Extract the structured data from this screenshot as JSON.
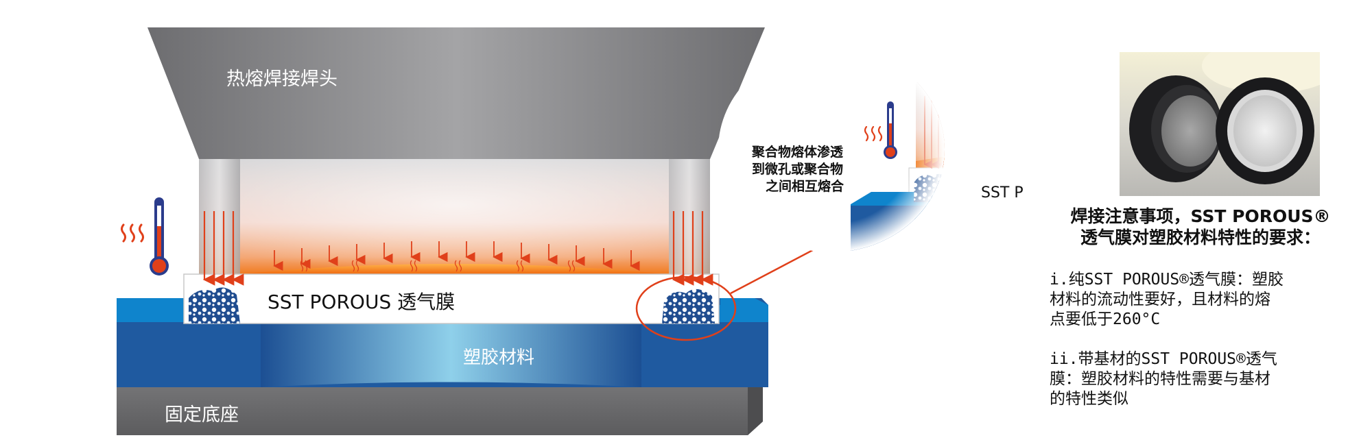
{
  "labels": {
    "weld_head": "热熔焊接焊头",
    "membrane": "SST POROUS 透气膜",
    "plastic": "塑胶材料",
    "base": "固定底座",
    "inset_membrane": "SST P",
    "callout": [
      "聚合物熔体渗透",
      "到微孔或聚合物",
      "之间相互熔合"
    ]
  },
  "sidebar": {
    "title": [
      "焊接注意事项，SST POROUS®",
      "透气膜对塑胶材料特性的要求："
    ],
    "requirement_1": [
      "i.纯SST POROUS®透气膜：塑胶",
      "材料的流动性要好，且材料的熔",
      "点要低于260°C"
    ],
    "requirement_2": [
      "ii.带基材的SST POROUS®透气",
      "膜：塑胶材料的特性需要与基材",
      "的特性类似"
    ]
  },
  "colors": {
    "weld_head": "#8e8e90",
    "plastic_blue": "#1f5aa0",
    "plastic_top": "#0f84cc",
    "base": "#6f6f70",
    "heat_orange": "#f27a1a",
    "arrow_red": "#e0401a",
    "thermometer_blue": "#2b3c8c"
  },
  "icons": [
    "thermometer-icon",
    "heat-wave-icon",
    "down-arrow-icon",
    "callout-arrow-icon"
  ]
}
